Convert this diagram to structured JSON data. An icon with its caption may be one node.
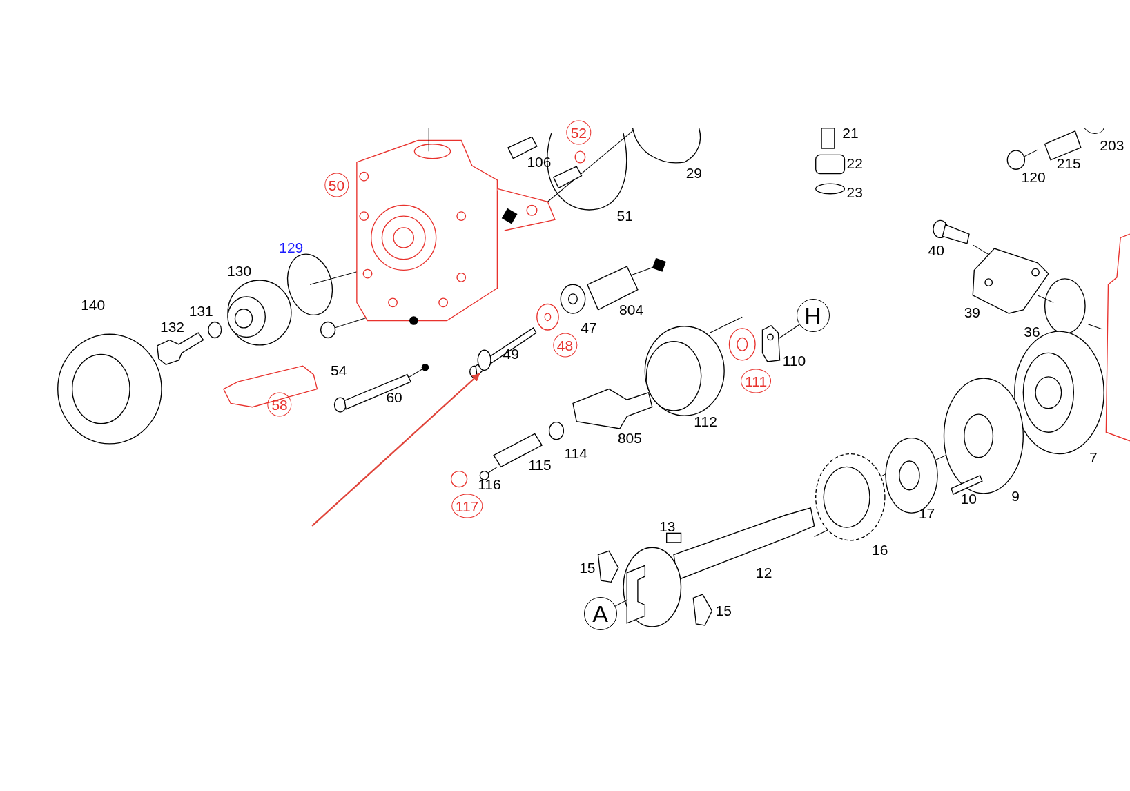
{
  "diagram": {
    "nodes": [
      {
        "text": [
          "H"
        ]
      },
      {
        "text": [],
        "shape": "picture"
      },
      {
        "text": [
          "A"
        ]
      },
      {
        "text": [],
        "shape": "picture"
      },
      {
        "text": [],
        "shape": "picture"
      }
    ],
    "edges": [
      {
        "from": 0,
        "to": 1,
        "arrow": "none"
      },
      {
        "from": 2,
        "to": 3,
        "arrow": "none"
      },
      {
        "from": null,
        "to": 4,
        "arrow": "to",
        "color": "#e0443a"
      }
    ],
    "labels": [
      "52",
      "21",
      "203",
      "22",
      "106",
      "215",
      "29",
      "120",
      "50",
      "23",
      "51",
      "129",
      "40",
      "130",
      "140",
      "804",
      "39",
      "131",
      "132",
      "47",
      "36",
      "48",
      "49",
      "110",
      "54",
      "111",
      "60",
      "58",
      "112",
      "805",
      "114",
      "115",
      "116",
      "117",
      "9",
      "10",
      "17",
      "13",
      "16",
      "15",
      "12",
      "15",
      "7"
    ]
  }
}
